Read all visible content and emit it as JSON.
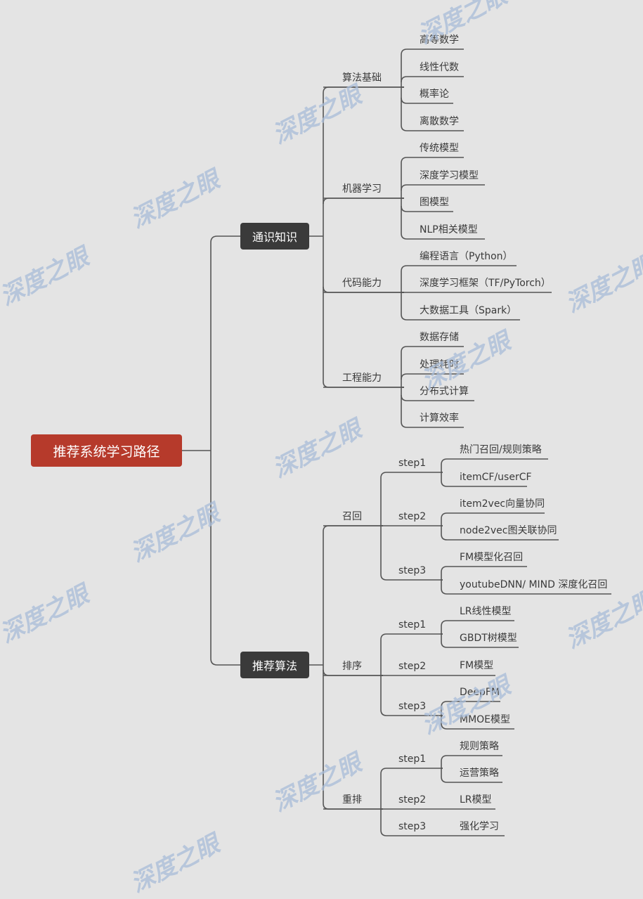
{
  "root": "推荐系统学习路径",
  "watermark": "深度之眼",
  "colors": {
    "background": "#e4e4e4",
    "root": "#b63a2b",
    "main": "#3a3a3a",
    "line": "#555555",
    "watermark": "#a9bdd8"
  },
  "branches": [
    {
      "label": "通识知识",
      "groups": [
        {
          "label": "算法基础",
          "items": [
            "高等数学",
            "线性代数",
            "概率论",
            "离散数学"
          ]
        },
        {
          "label": "机器学习",
          "items": [
            "传统模型",
            "深度学习模型",
            "图模型",
            "NLP相关模型"
          ]
        },
        {
          "label": "代码能力",
          "items": [
            "编程语言（Python）",
            "深度学习框架（TF/PyTorch）",
            "大数据工具（Spark）"
          ]
        },
        {
          "label": "工程能力",
          "items": [
            "数据存储",
            "处理耗时",
            "分布式计算",
            "计算效率"
          ]
        }
      ]
    },
    {
      "label": "推荐算法",
      "groups": [
        {
          "label": "召回",
          "steps": [
            {
              "label": "step1",
              "items": [
                "热门召回/规则策略",
                "itemCF/userCF"
              ]
            },
            {
              "label": "step2",
              "items": [
                "item2vec向量协同",
                "node2vec图关联协同"
              ]
            },
            {
              "label": "step3",
              "items": [
                "FM模型化召回",
                "youtubeDNN/ MIND 深度化召回"
              ]
            }
          ]
        },
        {
          "label": "排序",
          "steps": [
            {
              "label": "step1",
              "items": [
                "LR线性模型",
                "GBDT树模型"
              ]
            },
            {
              "label": "step2",
              "items": [
                "FM模型"
              ]
            },
            {
              "label": "step3",
              "items": [
                "DeepFM",
                "MMOE模型"
              ]
            }
          ]
        },
        {
          "label": "重排",
          "steps": [
            {
              "label": "step1",
              "items": [
                "规则策略",
                "运营策略"
              ]
            },
            {
              "label": "step2",
              "items": [
                "LR模型"
              ]
            },
            {
              "label": "step3",
              "items": [
                "强化学习"
              ]
            }
          ]
        }
      ]
    }
  ]
}
